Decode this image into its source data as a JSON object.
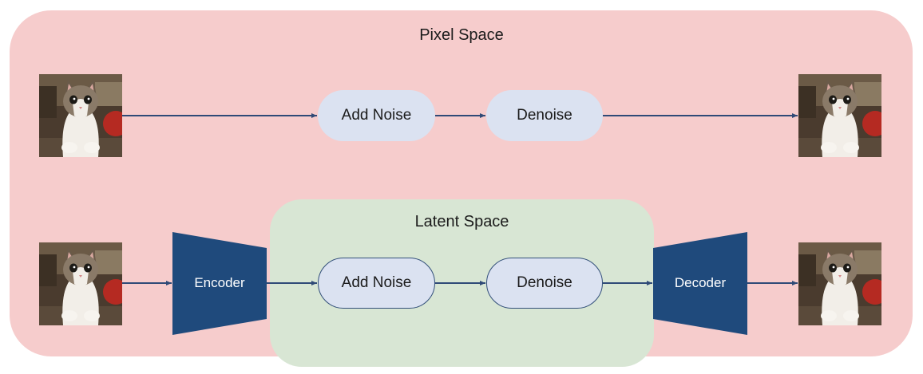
{
  "pixel_space": {
    "title": "Pixel Space"
  },
  "latent_space": {
    "title": "Latent Space"
  },
  "pixel_pipeline": {
    "add_noise_label": "Add Noise",
    "denoise_label": "Denoise"
  },
  "latent_pipeline": {
    "encoder_label": "Encoder",
    "add_noise_label": "Add Noise",
    "denoise_label": "Denoise",
    "decoder_label": "Decoder"
  },
  "images": [
    {
      "icon": "cat-photo-icon"
    },
    {
      "icon": "cat-photo-icon"
    },
    {
      "icon": "cat-photo-icon"
    },
    {
      "icon": "cat-photo-icon"
    }
  ],
  "colors": {
    "pixel_bg": "#f6cccc",
    "latent_bg": "#d8e6d4",
    "block_fill": "#dbe2f1",
    "coder_fill": "#1f4a7c",
    "arrow": "#2f4a77"
  }
}
